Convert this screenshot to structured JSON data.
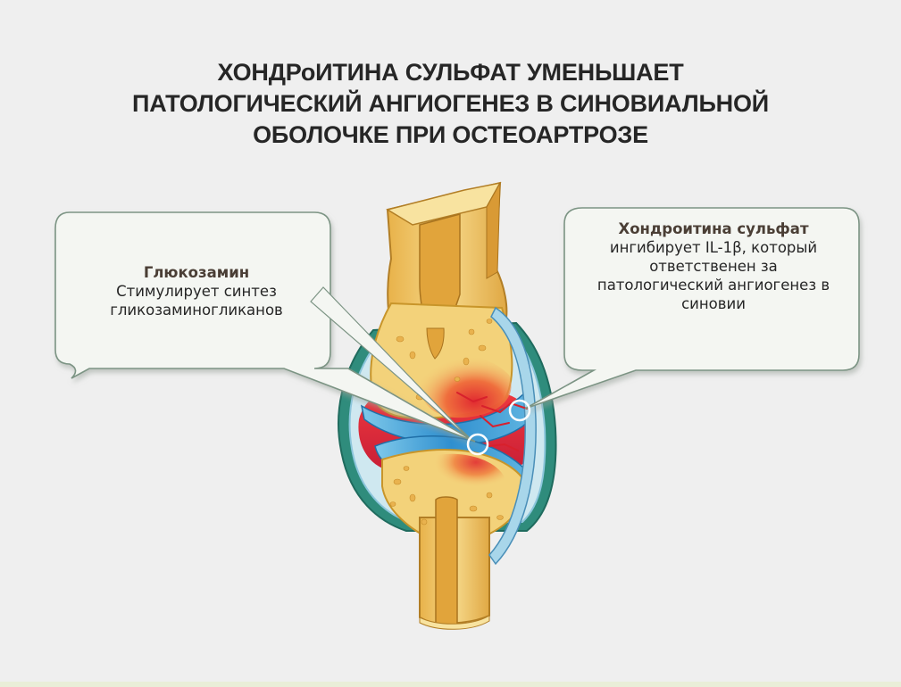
{
  "title": {
    "line1": "ХОНДРоИТИНА СУЛЬФАТ УМЕНЬШАЕТ",
    "line2": "ПАТОЛОГИЧЕСКИЙ АНГИОГЕНЕЗ В СИНОВИАЛЬНОЙ",
    "line3": "ОБОЛОЧКЕ ПРИ ОСТЕОАРТРОЗЕ"
  },
  "left_callout": {
    "heading": "Глюкозамин",
    "line1": "Стимулирует синтез",
    "line2": "гликозаминогликанов"
  },
  "right_callout": {
    "heading": "Хондроитина сульфат",
    "line1": "ингибирует IL-1β, который",
    "line2": "ответственен за",
    "line3": "патологический ангиогенез в",
    "line4": "синовии"
  },
  "colors": {
    "background": "#efefef",
    "bone": "#f3d27a",
    "bone_edge": "#c8952a",
    "cartilage": "#4aa8d8",
    "synovium": "#2e8b7a",
    "inflammation": "#e0323a",
    "callout_fill": "#f4f6f2",
    "callout_border": "#7c9484"
  }
}
